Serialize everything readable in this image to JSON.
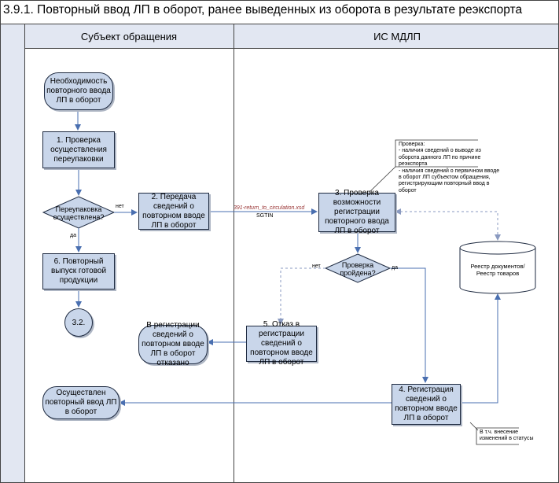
{
  "title": "3.9.1. Повторный ввод ЛП в оборот, ранее выведенных из оборота в результате реэкспорта",
  "lanes": {
    "left": "Субъект обращения",
    "right": "ИС МДЛП"
  },
  "nodes": {
    "start": "Необходимость повторного ввода ЛП в оборот",
    "step1": "1. Проверка осуществления переупаковки",
    "decision1": "Переупаковка осуществлена?",
    "step2": "2. Передача сведений о повторном вводе ЛП в оборот",
    "step6": "6. Повторный выпуск готовой продукции",
    "connector": "3.2.",
    "step3": "3. Проверка возможности регистрации повторного ввода ЛП в оборот",
    "decision2": "Проверка пройдена?",
    "step5": "5. Отказ в регистрации сведений о повторном вводе ЛП в оборот",
    "refused": "В регистрации сведений о повторном вводе ЛП в оборот отказано",
    "step4": "4. Регистрация сведений о повторном вводе ЛП в оборот",
    "done": "Осуществлен повторный ввод ЛП в оборот",
    "registry": "Реестр документов/Реестр товаров"
  },
  "labels": {
    "no1": "нет",
    "yes1": "да",
    "no2": "нет",
    "yes2": "да",
    "message": "391-return_to_circulation.xsd",
    "message_sub": "SGTIN"
  },
  "notes": {
    "check": "Проверка:\n- наличия сведений о выводе из оборота данного ЛП по причине реэкспорта\n- наличия сведений о первичном вводе в оборот ЛП субъектом обращения, регистрирующим повторный ввод в оборот",
    "status": "В т.ч. внесение изменений в статусы"
  }
}
